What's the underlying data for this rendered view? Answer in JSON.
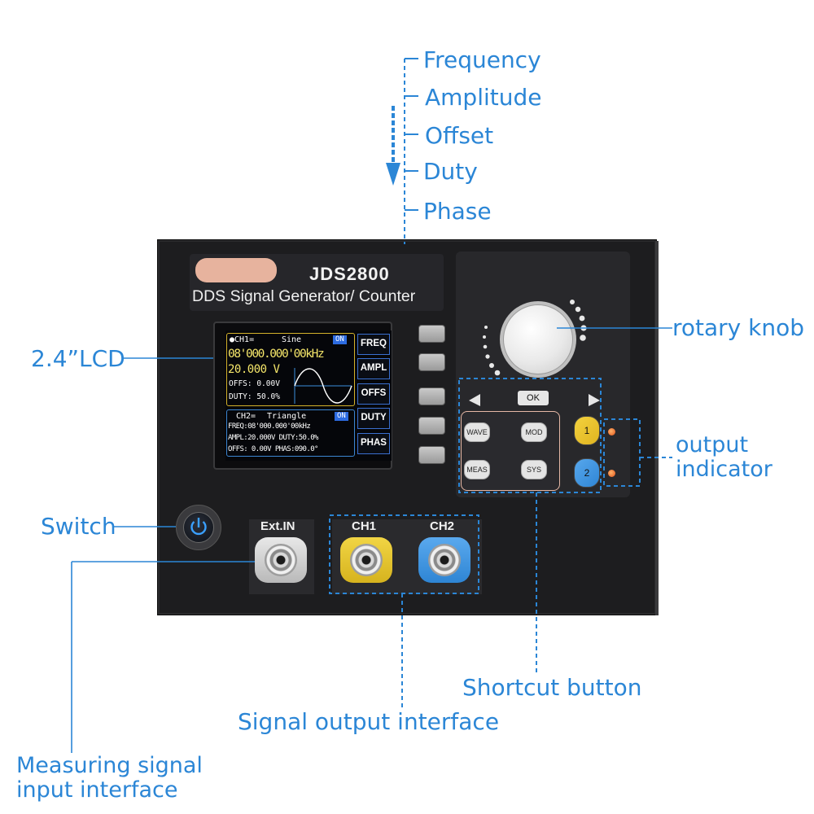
{
  "labels": {
    "frequency": "Frequency",
    "amplitude": "Amplitude",
    "offset": "Offset",
    "duty": "Duty",
    "phase": "Phase",
    "lcd": "2.4”LCD",
    "rotary_knob": "rotary knob",
    "output_indicator": "output indicator",
    "switch": "Switch",
    "shortcut_button": "Shortcut button",
    "signal_output_interface": "Signal output interface",
    "measuring_signal_input_interface": "Measuring signal input interface"
  },
  "device": {
    "model": "JDS2800",
    "subtitle": "DDS Signal Generator/ Counter",
    "lcd": {
      "ch1_header": "●CH1=",
      "ch1_wave": "Sine",
      "ch1_on": "ON",
      "ch1_freq": "08'000.000'00kHz",
      "ch1_ampl": "20.000 V",
      "ch1_offs": "OFFS: 0.00V",
      "ch1_duty": "DUTY: 50.0%",
      "ch2_header": "CH2=",
      "ch2_wave": "Triangle",
      "ch2_on": "ON",
      "ch2_freq": "FREQ:08'000.000'00kHz",
      "ch2_ampl": "AMPL:20.000V DUTY:50.0%",
      "ch2_offs": "OFFS: 0.00V PHAS:090.0°"
    },
    "softkeys": [
      "FREQ",
      "AMPL",
      "OFFS",
      "DUTY",
      "PHAS"
    ],
    "keys": {
      "ok": "OK",
      "wave": "WAVE",
      "mod": "MOD",
      "meas": "MEAS",
      "sys": "SYS",
      "ch1": "1",
      "ch2": "2"
    },
    "ports": {
      "ext_in": "Ext.IN",
      "ch1": "CH1",
      "ch2": "CH2"
    }
  },
  "colors": {
    "accent": "#2b86d6",
    "ch1": "#f3d23e",
    "ch2": "#3c8fdc",
    "lcd_freq": "#f5e66a",
    "keypad_border": "#e6b8a6"
  }
}
